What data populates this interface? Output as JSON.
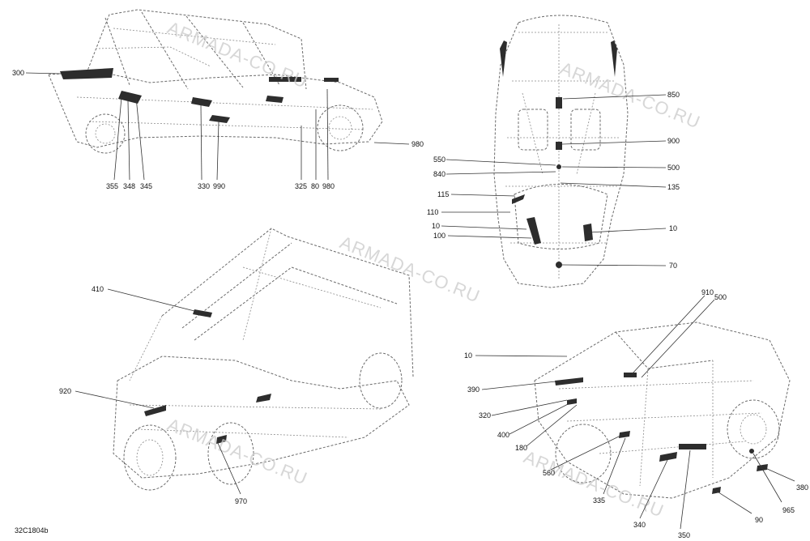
{
  "diagram_code": "32C1804b",
  "watermark_text": "ARMADA-CO.RU",
  "callouts": {
    "side": [
      "300",
      "355",
      "348",
      "345",
      "330",
      "990",
      "325",
      "80",
      "980",
      "980"
    ],
    "top": [
      "850",
      "900",
      "500",
      "550",
      "840",
      "135",
      "115",
      "110",
      "10",
      "10",
      "100",
      "70"
    ],
    "front": [
      "410",
      "920",
      "970"
    ],
    "rear": [
      "910",
      "500",
      "10",
      "390",
      "320",
      "400",
      "180",
      "560",
      "335",
      "340",
      "350",
      "90",
      "965",
      "380"
    ]
  }
}
